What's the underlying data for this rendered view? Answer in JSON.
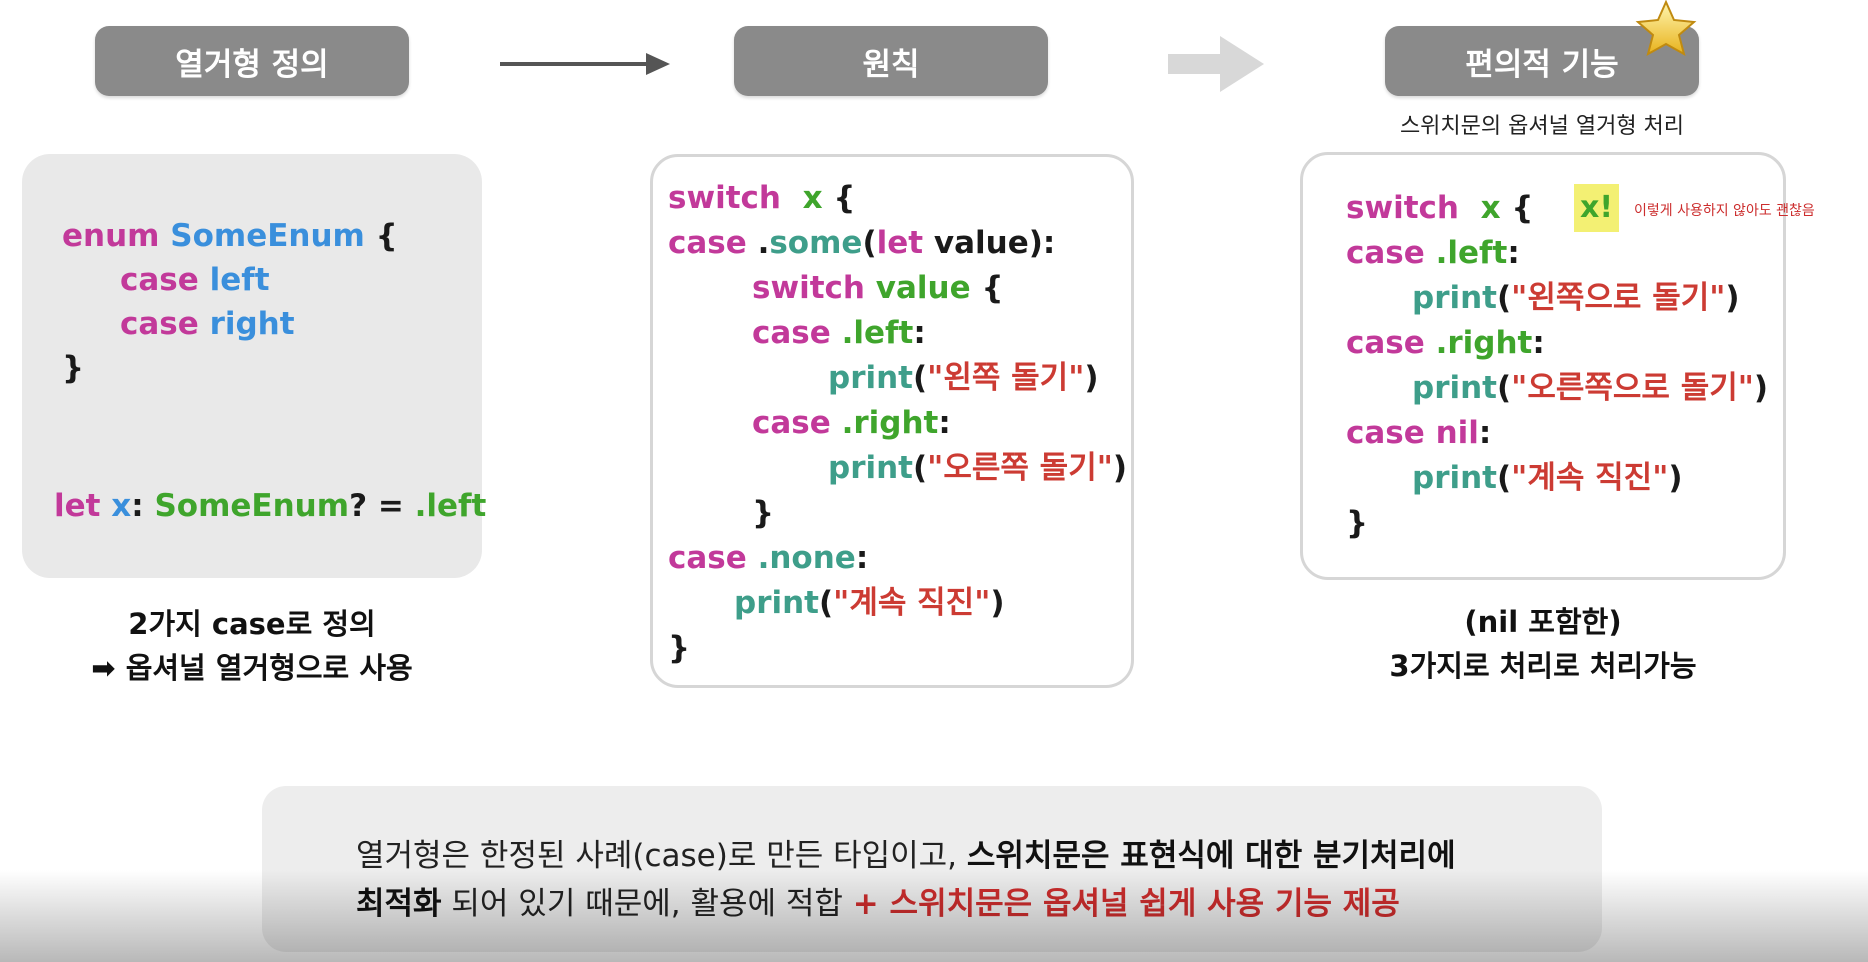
{
  "header": {
    "step1": "열거형 정의",
    "step2": "원칙",
    "step3": "편의적 기능",
    "step3_sub": "스위치문의 옵셔널 열거형 처리"
  },
  "card1": {
    "l1a": "enum",
    "l1b": "SomeEnum",
    "l1c": "{",
    "l2a": "case",
    "l2b": "left",
    "l3a": "case",
    "l3b": "right",
    "l4": "}",
    "l5a": "let",
    "l5b": "x",
    "l5c": ":",
    "l5d": "SomeEnum",
    "l5e": "? = ",
    "l5f": ".left"
  },
  "caption1": {
    "line1": "2가지 case로 정의",
    "line2": "➡ 옵셔널 열거형으로 사용"
  },
  "card2": {
    "l1a": "switch",
    "l1b": "x",
    "l1c": "{",
    "l2a": "case",
    "l2b": " .",
    "l2c": "some",
    "l2d": "(",
    "l2e": "let",
    "l2f": " value):",
    "l3a": "switch",
    "l3b": "value",
    "l3c": "{",
    "l4a": "case",
    "l4b": ".left",
    "l4c": ":",
    "l5a": "print",
    "l5b": "(",
    "l5c": "\"왼쪽 돌기\"",
    "l5d": ")",
    "l6a": "case",
    "l6b": ".right",
    "l6c": ":",
    "l7a": "print",
    "l7b": "(",
    "l7c": "\"오른쪽 돌기\"",
    "l7d": ")",
    "l8": "}",
    "l9a": "case",
    "l9b": ".none",
    "l9c": ":",
    "l10a": "print",
    "l10b": "(",
    "l10c": "\"계속 직진\"",
    "l10d": ")",
    "l11": "}"
  },
  "card3": {
    "l1a": "switch",
    "l1b": "x",
    "l1c": "{",
    "badge": "x!",
    "note": "이렇게 사용하지 않아도 괜찮음",
    "l2a": "case",
    "l2b": ".left",
    "l2c": ":",
    "l3a": "print",
    "l3b": "(",
    "l3c": "\"왼쪽으로 돌기\"",
    "l3d": ")",
    "l4a": "case",
    "l4b": ".right",
    "l4c": ":",
    "l5a": "print",
    "l5b": "(",
    "l5c": "\"오른쪽으로 돌기\"",
    "l5d": ")",
    "l6a": "case",
    "l6b": "nil",
    "l6c": ":",
    "l7a": "print",
    "l7b": "(",
    "l7c": "\"계속 직진\"",
    "l7d": ")",
    "l8": "}"
  },
  "caption3": {
    "line1": "(nil 포함한)",
    "line2": "3가지로 처리로 처리가능"
  },
  "summary": {
    "a1": "열거형은 한정된 사례(case)로 만든 타입이고, ",
    "a2": "스위치문은 표현식에 대한 분기처리에",
    "b1": "최적화",
    "b2": " 되어 있기 때문에, 활용에 적합 ",
    "b3": "+ 스위치문은 옵셔널 쉽게 사용 기능 제공"
  },
  "colors": {
    "keyword": "#c2399a",
    "type": "#3a8fdc",
    "green": "#3fa52c",
    "teal": "#3e9e8a",
    "string": "#cc3b33",
    "pill": "#8a8a8a",
    "emphasis": "#cc2d2d"
  }
}
